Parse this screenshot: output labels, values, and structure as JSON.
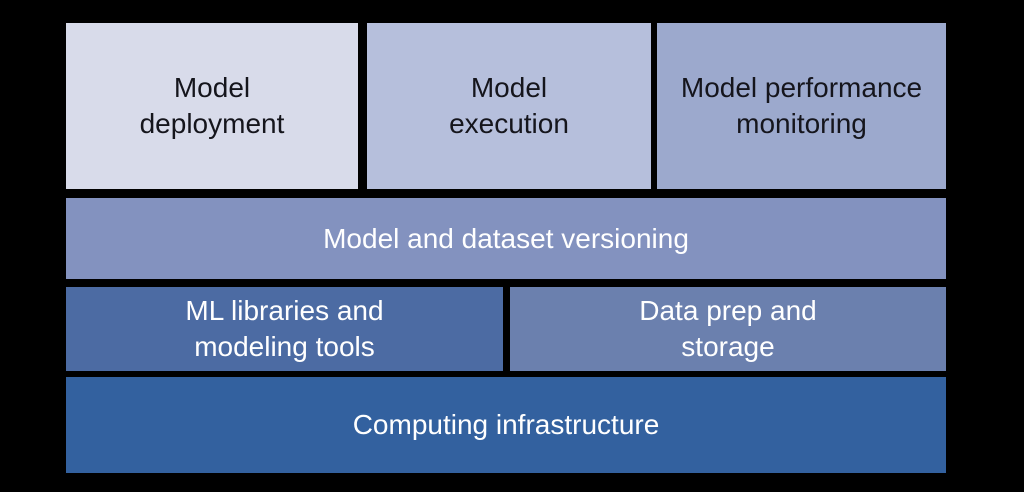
{
  "colors": {
    "page_background": "#000000",
    "dark_text": "#15151c",
    "light_text": "#ffffff"
  },
  "stack": {
    "rows": [
      {
        "name": "top-row",
        "cells": [
          {
            "label": "Model\ndeployment",
            "bg": "#d8dbea",
            "fg": "#15151c"
          },
          {
            "label": "Model\nexecution",
            "bg": "#b6bfdc",
            "fg": "#15151c"
          },
          {
            "label": "Model performance\nmonitoring",
            "bg": "#9ca9cd",
            "fg": "#15151c"
          }
        ]
      },
      {
        "name": "versioning-row",
        "cells": [
          {
            "label": "Model and dataset versioning",
            "bg": "#8392bf",
            "fg": "#ffffff"
          }
        ]
      },
      {
        "name": "tools-row",
        "cells": [
          {
            "label": "ML libraries and\nmodeling tools",
            "bg": "#4c6ba3",
            "fg": "#ffffff"
          },
          {
            "label": "Data prep and\nstorage",
            "bg": "#6b80ae",
            "fg": "#ffffff"
          }
        ]
      },
      {
        "name": "infrastructure-row",
        "cells": [
          {
            "label": "Computing infrastructure",
            "bg": "#33619f",
            "fg": "#ffffff"
          }
        ]
      }
    ]
  }
}
